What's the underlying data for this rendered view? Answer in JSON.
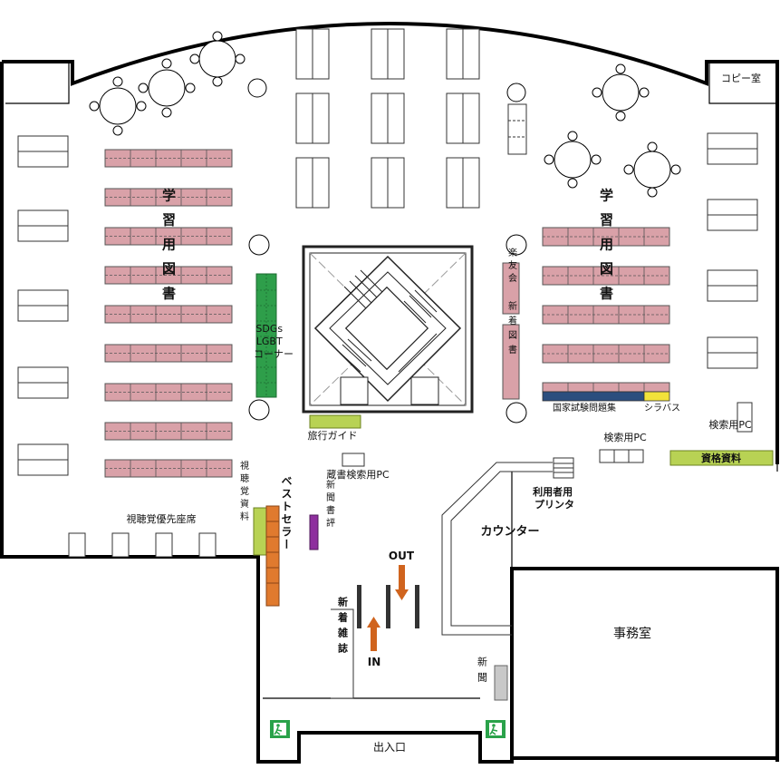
{
  "rooms": {
    "copy_room": "コピー室",
    "office": "事務室",
    "counter": "カウンター",
    "entrance": "出入口"
  },
  "zones": {
    "study_books_left": "学習用図書",
    "study_books_right": "学習用図書",
    "sdgs_corner": [
      "SDGs",
      "LGBT",
      "コーナー"
    ],
    "travel_guide": "旅行ガイド",
    "catalog_pc": "蔵書検索用PC",
    "av_priority_seats": "視聴覚優先座席",
    "av_materials": "視聴覚資料",
    "bestsellers": "ベストセラー",
    "book_reviews": "新聞書評",
    "new_magazines": "新着雑誌",
    "newspapers": "新聞",
    "raku_yu_kai": "楽友会",
    "new_books": "新着図書",
    "national_exam_books": "国家試験問題集",
    "syllabus": "シラバス",
    "search_pc_right": "検索用PC",
    "search_pc_mid": "検索用PC",
    "certification_materials": "資格資料",
    "user_printer": [
      "利用者用",
      "プリンタ"
    ],
    "gate_out": "OUT",
    "gate_in": "IN"
  },
  "colors": {
    "study_shelf": "#d9a1a8",
    "sdgs": "#2e9e4a",
    "travel": "#b8d254",
    "av": "#b8d254",
    "bestseller": "#e07a2e",
    "review": "#8e2f9e",
    "exam": "#2b4e7e",
    "syllabus": "#f2e23a",
    "newspaper": "#c8c8c8",
    "arrow": "#d0641e",
    "exit_sign": "#2aa24a"
  }
}
